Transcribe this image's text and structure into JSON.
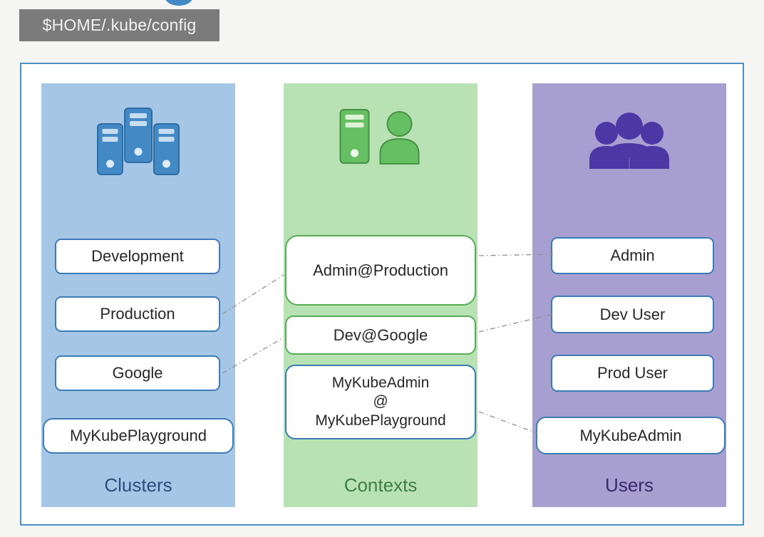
{
  "config_label": {
    "text": "$HOME/.kube/config"
  },
  "colors": {
    "page_bg": "#f5f5f3",
    "label_bg": "#7b7b7b",
    "frame_border": "#4a90c4",
    "clusters_bg": "#a6c6e6",
    "contexts_bg": "#b9e2b4",
    "users_bg": "#a89fd1",
    "blue_box_border": "#3b7cb8",
    "green_box_border": "#57ad57",
    "connector": "#8f8f8f",
    "cluster_icon": "#4289c6",
    "context_icon": "#67bf63",
    "user_icon": "#4b38a5"
  },
  "clusters": {
    "label": "Clusters",
    "icon": "server-cluster-icon",
    "items": [
      "Development",
      "Production",
      "Google",
      "MyKubePlayground"
    ]
  },
  "contexts": {
    "label": "Contexts",
    "icon": "server-user-icon",
    "items": [
      {
        "text": "Admin@Production"
      },
      {
        "text": "Dev@Google"
      },
      {
        "lines": [
          "MyKubeAdmin",
          "@",
          "MyKubePlayground"
        ]
      }
    ]
  },
  "users": {
    "label": "Users",
    "icon": "user-group-icon",
    "items": [
      "Admin",
      "Dev User",
      "Prod User",
      "MyKubeAdmin"
    ]
  },
  "connections": [
    {
      "from": "clusters:Production",
      "to": "contexts:Admin@Production"
    },
    {
      "from": "clusters:Google",
      "to": "contexts:Dev@Google"
    },
    {
      "from": "contexts:Admin@Production",
      "to": "users:Admin"
    },
    {
      "from": "contexts:Dev@Google",
      "to": "users:Dev User"
    },
    {
      "from": "contexts:MyKubeAdmin@MyKubePlayground",
      "to": "users:MyKubeAdmin"
    }
  ]
}
